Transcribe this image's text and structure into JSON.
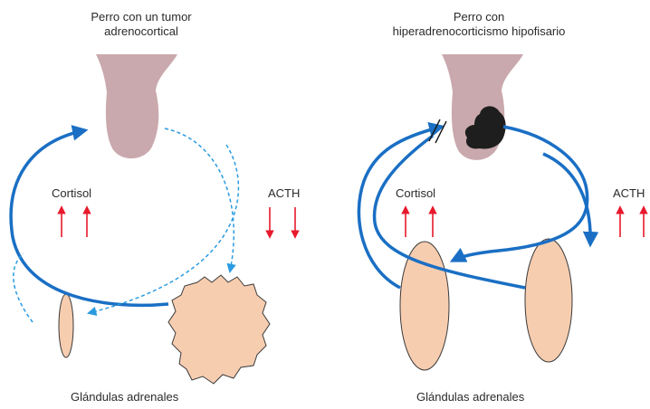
{
  "left_panel": {
    "title_line1": "Perro con un tumor",
    "title_line2": "adrenocortical",
    "cortisol_label": "Cortisol",
    "acth_label": "ACTH",
    "bottom_label": "Glándulas adrenales"
  },
  "right_panel": {
    "title_line1": "Perro con",
    "title_line2": "hiperadrenocorticismo hipofisario",
    "cortisol_label": "Cortisol",
    "acth_label": "ACTH",
    "bottom_label": "Glándulas adrenales"
  },
  "colors": {
    "pituitary": "#c9a9ad",
    "adrenal": "#f7cdb0",
    "adrenal_outline": "#3a3a3a",
    "tumor": "#1e1e1e",
    "feedback_arrow": "#1a6fc4",
    "acth_dashed": "#2a9be0",
    "level_arrow": "#e8192c"
  },
  "level_indicators": {
    "left_cortisol": "up",
    "left_acth": "down",
    "right_cortisol": "up",
    "right_acth": "up"
  }
}
